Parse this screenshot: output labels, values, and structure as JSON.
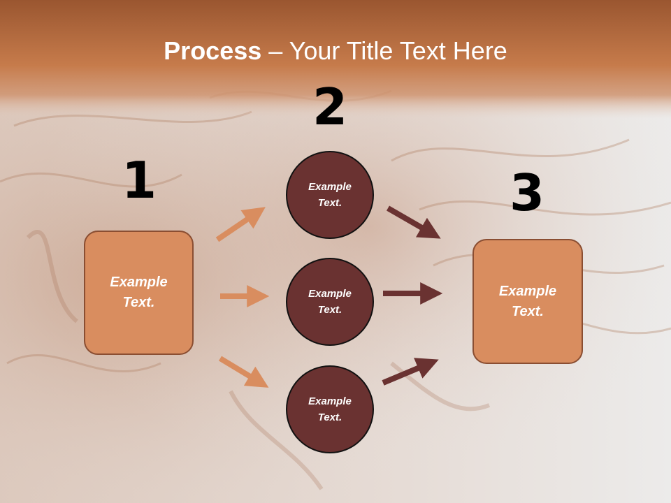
{
  "slide": {
    "title_bold": "Process",
    "title_rest": " – Your Title Text Here",
    "step_numbers": [
      "1",
      "2",
      "3"
    ],
    "box_left_text": "Example Text.",
    "box_right_text": "Example Text.",
    "circles": [
      {
        "text": "Example Text."
      },
      {
        "text": "Example Text."
      },
      {
        "text": "Example Text."
      }
    ]
  },
  "colors": {
    "header_band": "#c87a4a",
    "box_fill": "#d98d5f",
    "circle_fill": "#6a3231",
    "arrow_light": "#d98d5f",
    "arrow_dark": "#6a3231"
  }
}
